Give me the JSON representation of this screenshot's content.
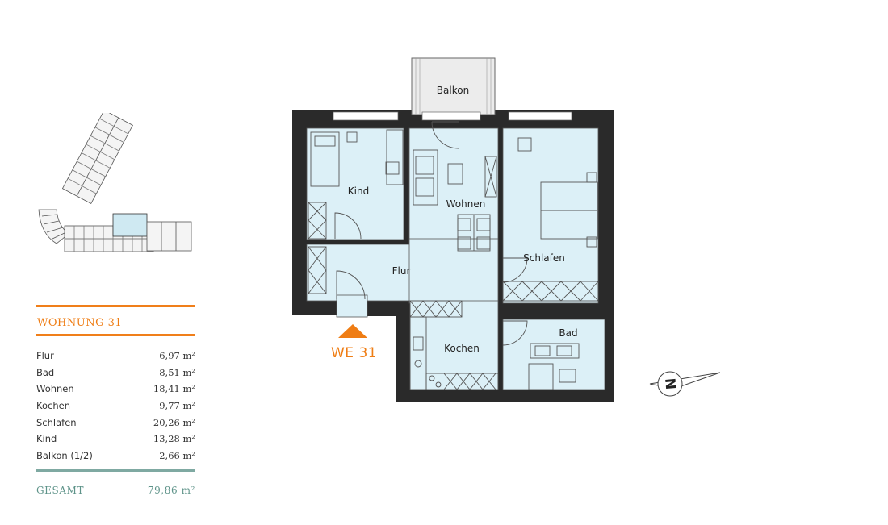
{
  "apartment": {
    "title": "WOHNUNG 31",
    "entry_label": "WE 31",
    "rooms": [
      {
        "name": "Flur",
        "area": "6,97 m²"
      },
      {
        "name": "Bad",
        "area": "8,51 m²"
      },
      {
        "name": "Wohnen",
        "area": "18,41 m²"
      },
      {
        "name": "Kochen",
        "area": "9,77 m²"
      },
      {
        "name": "Schlafen",
        "area": "20,26 m²"
      },
      {
        "name": "Kind",
        "area": "13,28 m²"
      },
      {
        "name": "Balkon (1/2)",
        "area": "2,66 m²"
      }
    ],
    "total_label": "GESAMT",
    "total_area": "79,86 m²"
  },
  "plan_labels": {
    "balkon": "Balkon",
    "kind": "Kind",
    "wohnen": "Wohnen",
    "flur": "Flur",
    "schlafen": "Schlafen",
    "kochen": "Kochen",
    "bad": "Bad"
  },
  "compass": {
    "letter": "N"
  },
  "colors": {
    "accent": "#ef7d14",
    "room_fill": "#dcf0f7",
    "wall": "#2a2a2a",
    "total": "#5e9389"
  }
}
